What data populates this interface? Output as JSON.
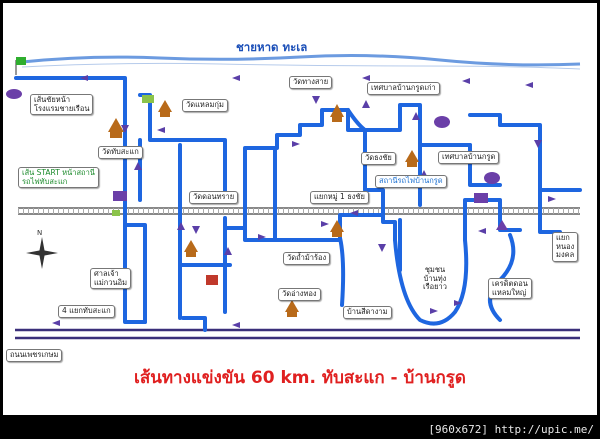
{
  "map": {
    "beach_label": "ชายหาด ทะเล",
    "title": "เส้นทางแข่งขัน 60 km. ทับสะแก - บ้านกรูด",
    "footer": "[960x672] http://upic.me/",
    "labels": {
      "route_start_note": "เส้นชัยหน้า\nโรงแรมชายเรือน",
      "wat_laem_kum": "วัดแหลมกุ่ม",
      "wat_thung_sai": "วัดทางสาย",
      "thesaban_ban_krut_old": "เทศบาลบ้านกรูดเก่า",
      "wat_thap_sakae": "วัดทับสะแก",
      "wat_thong_chai": "วัดธงชัย",
      "thesaban_ban_krut": "เทศบาลบ้านกรูด",
      "start_note": "เส้น START หน้าสถานี\nรถไฟทับสะแก",
      "wat_don_sai": "วัดดอนทราย",
      "yaek_moo1": "แยกหมู่ 1 ธงชัย",
      "ban_krut_station": "สถานีรถไฟบ้านกรูด",
      "yaek_nong_mongkhon": "แยก\nหนอง\nมงคล",
      "wat_tham_rong": "วัดถ้ำม้าร้อง",
      "chumchon": "ชุมชน\nบ้านทุ่ง\nเรือยาว",
      "san_chao": "ศาลเจ้า\nแม่กวนอิม",
      "kredit_dok": "เครดิตดอน\nแหลมใหญ่",
      "wat_ang_thong": "วัดอ่างทอง",
      "yaek_thap_sakae": "4 แยกทับสะแก",
      "ban_sida_ngam": "บ้านสีดางาม",
      "phet_kasem_road": "ถนนเพชรเกษม"
    },
    "colors": {
      "route": "#1e66e0",
      "sea": "#6c9be0",
      "highway": "#3a2f7a",
      "rail": "#777777",
      "title": "#e02020",
      "temple": "#b86a1a"
    }
  }
}
